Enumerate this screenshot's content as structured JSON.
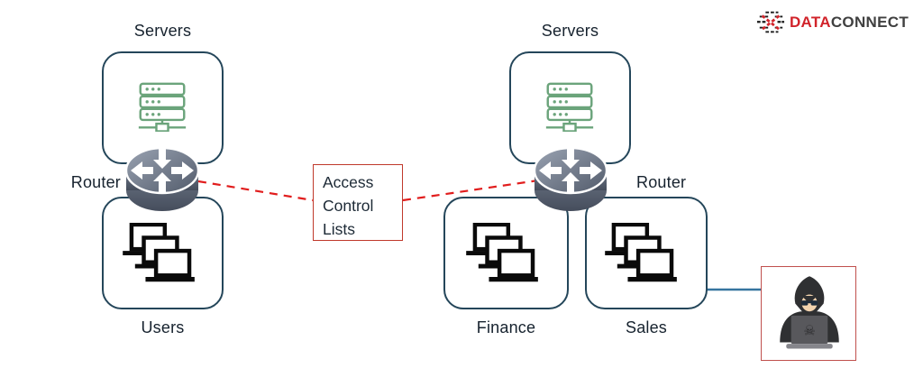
{
  "logo": {
    "icon": "dataconnect-globe-icon",
    "primary": "DATA",
    "secondary": "CONNECT"
  },
  "left_network": {
    "servers_label": "Servers",
    "router_label": "Router",
    "users_label": "Users"
  },
  "right_network": {
    "servers_label": "Servers",
    "router_label": "Router",
    "finance_label": "Finance",
    "sales_label": "Sales"
  },
  "annotation": {
    "acl_text": "Access\nControl\nLists"
  },
  "hacker": {
    "skull_glyph": "☠"
  },
  "colors": {
    "box_border": "#24465a",
    "acl_border": "#c0392b",
    "dashed_line": "#e11d1d",
    "blue_line": "#36749f",
    "server_green": "#6ba47b",
    "router_gray": "#5c6575",
    "logo_red": "#d1232a",
    "logo_gray": "#404040",
    "hacker_box_border": "#c0504d"
  }
}
